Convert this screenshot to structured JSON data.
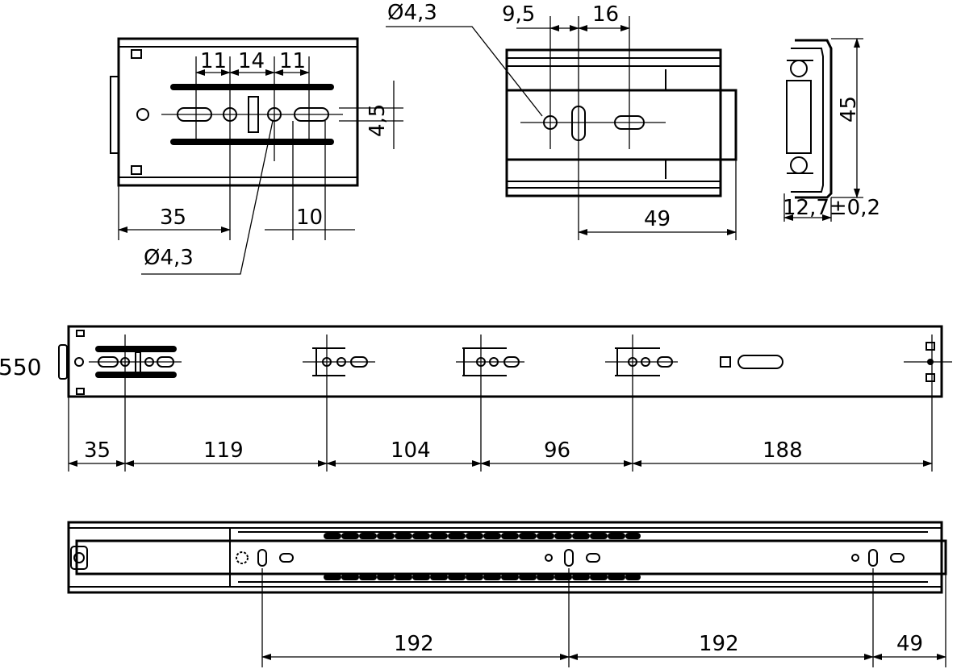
{
  "top_left_view": {
    "dim_a": "11",
    "dim_b": "14",
    "dim_c": "11",
    "dim_height": "4,5",
    "dim_offset": "35",
    "dim_slot": "10",
    "dim_hole": "Ø4,3"
  },
  "top_middle_view": {
    "dim_hole": "Ø4,3",
    "dim_a": "9,5",
    "dim_b": "16",
    "dim_length": "49"
  },
  "section_view": {
    "dim_height": "45",
    "dim_width": "12,7±0,2"
  },
  "rail_view": {
    "length_label": "550",
    "dims": [
      "35",
      "119",
      "104",
      "96",
      "188"
    ]
  },
  "slide_view": {
    "dims": [
      "192",
      "192",
      "49"
    ]
  }
}
